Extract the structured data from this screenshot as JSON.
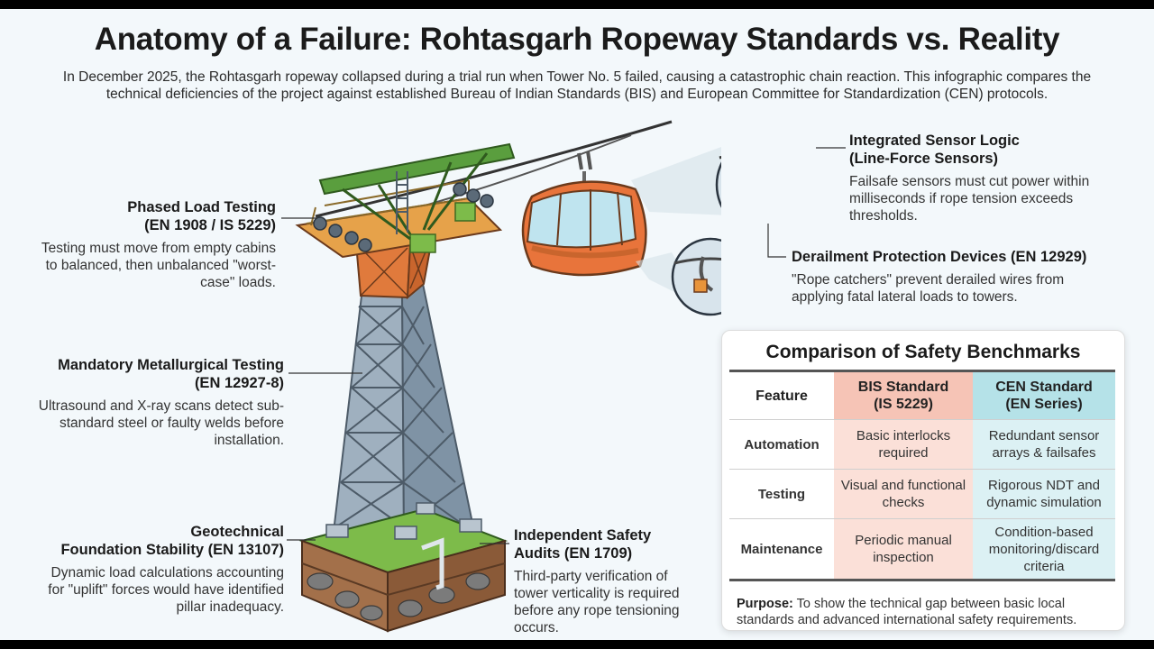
{
  "title": "Anatomy of a Failure: Rohtasgarh Ropeway Standards vs. Reality",
  "intro": "In December 2025, the Rohtasgarh ropeway collapsed during a trial run when Tower No. 5 failed, causing a catastrophic chain reaction. This infographic compares the technical deficiencies of the project against established Bureau of Indian Standards (BIS) and European Committee for Standardization (CEN) protocols.",
  "annotations": {
    "load_testing": {
      "title_line1": "Phased Load Testing",
      "title_line2": "(EN 1908 / IS 5229)",
      "body": "Testing must move from empty cabins to balanced, then unbalanced \"worst-case\" loads."
    },
    "metallurgical": {
      "title_line1": "Mandatory Metallurgical Testing",
      "title_line2": "(EN 12927-8)",
      "body": "Ultrasound and X-ray scans detect sub-standard steel or faulty welds before installation."
    },
    "foundation": {
      "title_line1": "Geotechnical",
      "title_line2": "Foundation Stability (EN 13107)",
      "body": "Dynamic load calculations accounting for \"uplift\" forces would have identified pillar inadequacy."
    },
    "audits": {
      "title_line1": "Independent Safety",
      "title_line2": "Audits (EN 1709)",
      "body": "Third-party verification of tower verticality is required before any rope tensioning occurs."
    },
    "sensor": {
      "title_line1": "Integrated Sensor Logic",
      "title_line2": "(Line-Force Sensors)",
      "body": "Failsafe sensors must cut power within milliseconds if rope tension exceeds thresholds."
    },
    "derailment": {
      "title": "Derailment Protection Devices (EN 12929)",
      "body": "\"Rope catchers\" prevent derailed wires from applying fatal lateral loads to towers."
    }
  },
  "comparison": {
    "title": "Comparison of Safety Benchmarks",
    "header": {
      "feature": "Feature",
      "bis_line1": "BIS Standard",
      "bis_line2": "(IS 5229)",
      "cen_line1": "CEN Standard",
      "cen_line2": "(EN Series)"
    },
    "rows": [
      {
        "feature": "Automation",
        "bis": "Basic interlocks required",
        "cen": "Redundant sensor arrays & failsafes"
      },
      {
        "feature": "Testing",
        "bis": "Visual and functional checks",
        "cen": "Rigorous NDT and dynamic simulation"
      },
      {
        "feature": "Maintenance",
        "bis": "Periodic manual inspection",
        "cen": "Condition-based monitoring/discard criteria"
      }
    ],
    "purpose_label": "Purpose:",
    "purpose_text": " To show the technical gap between basic local standards and advanced international safety requirements."
  },
  "colors": {
    "tower_steel": "#8fa2b3",
    "tower_orange": "#e07a3c",
    "crossarm_green": "#5a9e3e",
    "gondola_orange": "#e8743b",
    "bis_header": "#f6c4b6",
    "cen_header": "#b5e2e8"
  }
}
